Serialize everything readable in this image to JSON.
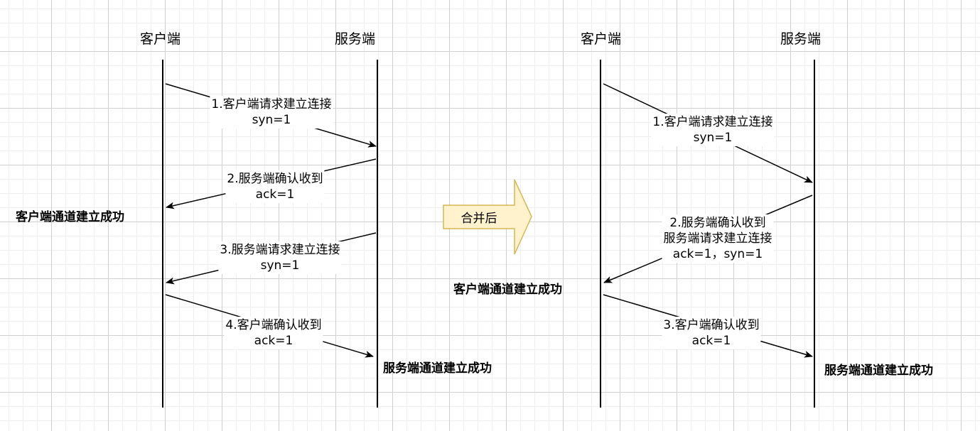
{
  "left": {
    "client_header": "客户端",
    "server_header": "服务端",
    "msg1_line1": "1.客户端请求建立连接",
    "msg1_line2": "syn=1",
    "msg2_line1": "2.服务端确认收到",
    "msg2_line2": "ack=1",
    "client_status": "客户端通道建立成功",
    "msg3_line1": "3.服务端请求建立连接",
    "msg3_line2": "syn=1",
    "msg4_line1": "4.客户端确认收到",
    "msg4_line2": "ack=1",
    "server_status": "服务端通道建立成功"
  },
  "merge": {
    "label": "合并后",
    "fill": "#fff2cc",
    "stroke": "#d6b656"
  },
  "right": {
    "client_header": "客户端",
    "server_header": "服务端",
    "msg1_line1": "1.客户端请求建立连接",
    "msg1_line2": "syn=1",
    "msg2_line1": "2.服务端确认收到",
    "msg2_line2": "服务端请求建立连接",
    "msg2_line3": "ack=1，syn=1",
    "client_status": "客户端通道建立成功",
    "msg3_line1": "3.客户端确认收到",
    "msg3_line2": "ack=1",
    "server_status": "服务端通道建立成功"
  }
}
